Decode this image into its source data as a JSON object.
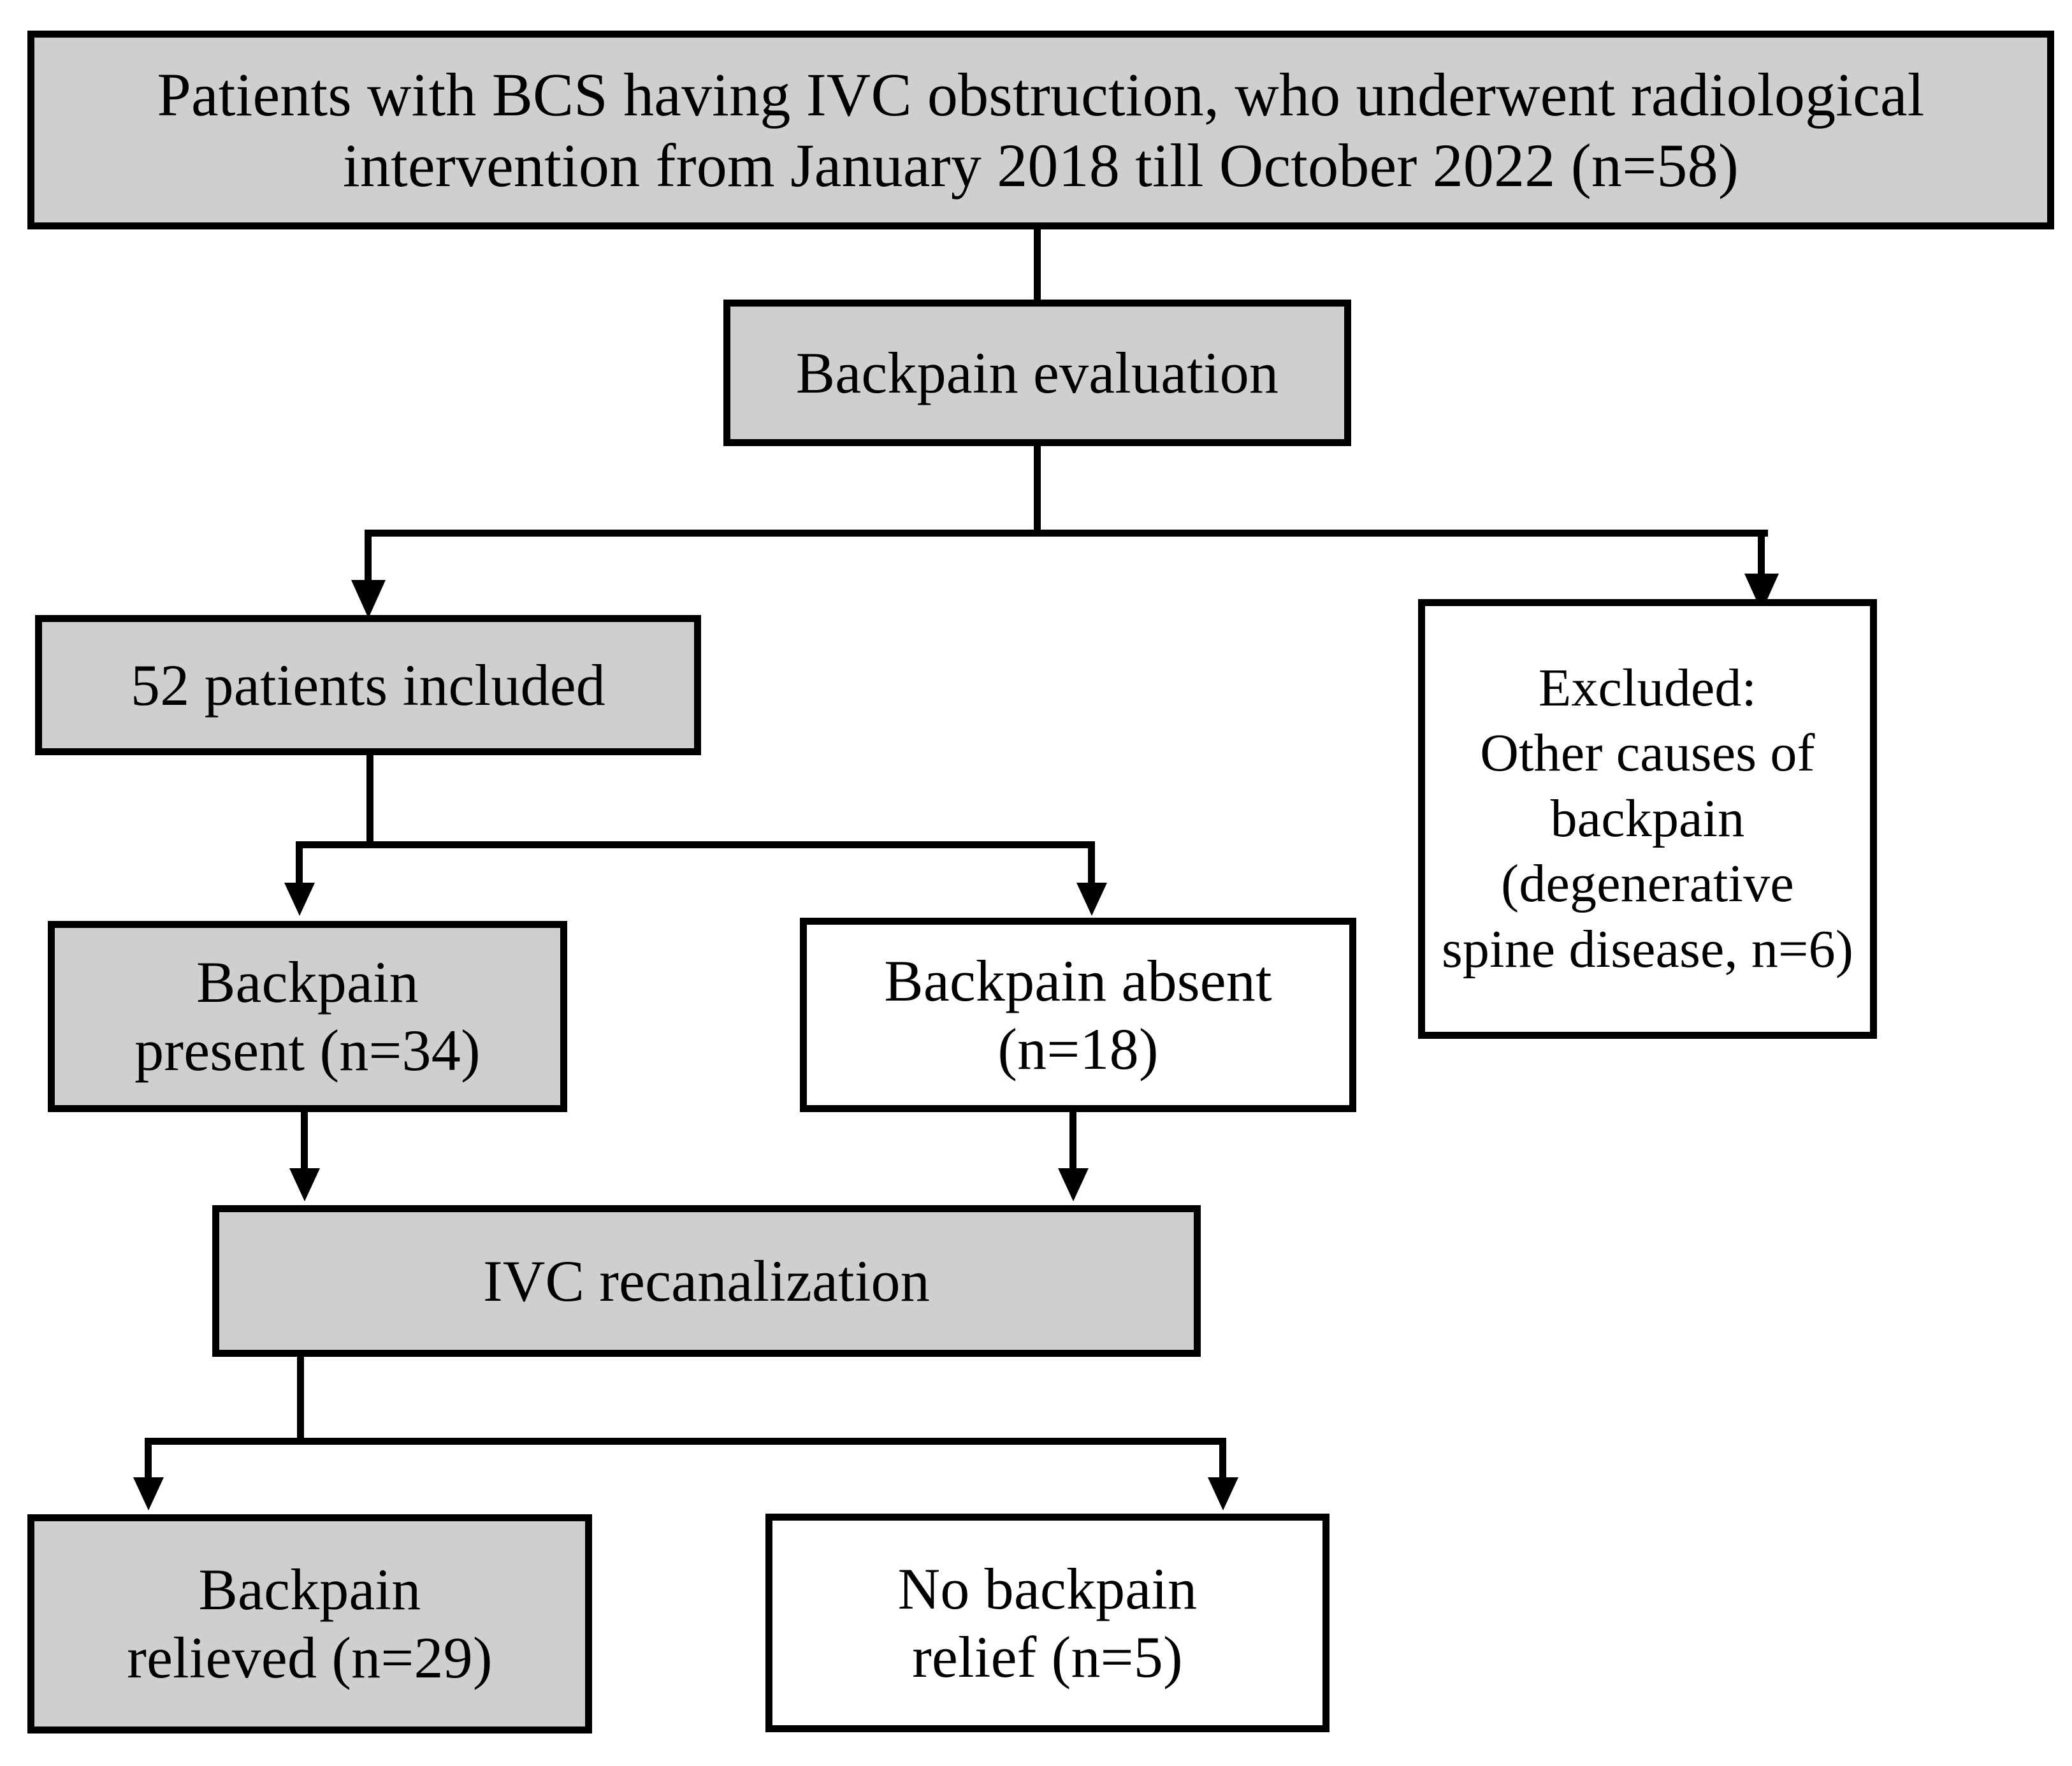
{
  "diagram": {
    "title": "Patient selection and backpain outcome flowchart",
    "colors": {
      "box_fill_shaded": "#cfcfcf",
      "box_fill_plain": "#ffffff",
      "border": "#000000",
      "text": "#000000",
      "background": "#ffffff"
    },
    "nodes": [
      {
        "id": "cohort",
        "label": "Patients with BCS having IVC obstruction, who underwent radiological\nintervention from January 2018 till October 2022 (n=58)",
        "fill": "shaded",
        "n": 58
      },
      {
        "id": "evaluation",
        "label": "Backpain evaluation",
        "fill": "shaded",
        "n": null
      },
      {
        "id": "included",
        "label": "52 patients included",
        "fill": "shaded",
        "n": 52
      },
      {
        "id": "excluded",
        "label": "Excluded:\nOther causes of\nbackpain\n(degenerative\nspine disease, n=6)",
        "fill": "plain",
        "n": 6
      },
      {
        "id": "backpain-present",
        "label": "Backpain\npresent (n=34)",
        "fill": "shaded",
        "n": 34
      },
      {
        "id": "backpain-absent",
        "label": "Backpain absent\n(n=18)",
        "fill": "plain",
        "n": 18
      },
      {
        "id": "ivc-recanalization",
        "label": "IVC recanalization",
        "fill": "shaded",
        "n": null
      },
      {
        "id": "backpain-relieved",
        "label": "Backpain\nrelieved (n=29)",
        "fill": "shaded",
        "n": 29
      },
      {
        "id": "no-backpain-relief",
        "label": "No backpain\nrelief (n=5)",
        "fill": "plain",
        "n": 5
      }
    ],
    "edges": [
      {
        "from": "cohort",
        "to": "evaluation",
        "arrowhead": false
      },
      {
        "from": "evaluation",
        "to": "included",
        "arrowhead": true
      },
      {
        "from": "evaluation",
        "to": "excluded",
        "arrowhead": true
      },
      {
        "from": "included",
        "to": "backpain-present",
        "arrowhead": true
      },
      {
        "from": "included",
        "to": "backpain-absent",
        "arrowhead": true
      },
      {
        "from": "backpain-present",
        "to": "ivc-recanalization",
        "arrowhead": true
      },
      {
        "from": "backpain-absent",
        "to": "ivc-recanalization",
        "arrowhead": true
      },
      {
        "from": "ivc-recanalization",
        "to": "backpain-relieved",
        "arrowhead": true
      },
      {
        "from": "ivc-recanalization",
        "to": "no-backpain-relief",
        "arrowhead": true
      }
    ]
  }
}
